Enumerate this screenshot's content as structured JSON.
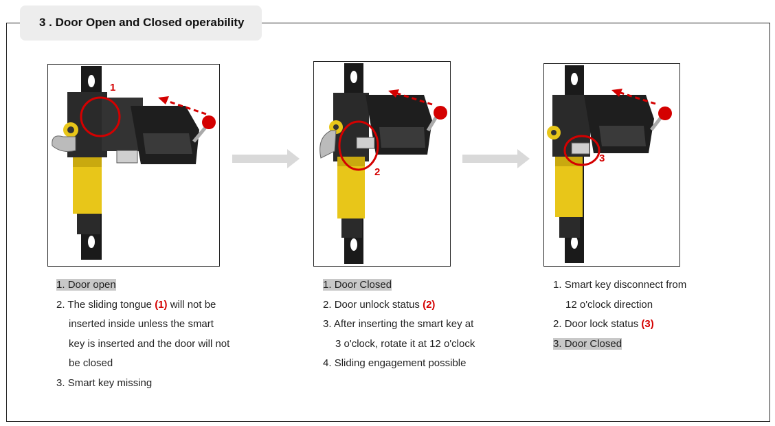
{
  "section": {
    "title": "3 . Door Open and Closed operability"
  },
  "panels": [
    {
      "callout": "1",
      "steps": [
        {
          "num": "1.",
          "text": "Door open"
        },
        {
          "num": "2.",
          "pre": "The sliding tongue ",
          "ref": "(1)",
          "post": " will not be"
        },
        {
          "cont": "inserted inside unless the smart"
        },
        {
          "cont": "key is inserted and the door will not"
        },
        {
          "cont": "be closed"
        },
        {
          "num": "3.",
          "text": "Smart key missing"
        }
      ]
    },
    {
      "callout": "2",
      "steps": [
        {
          "num": "1.",
          "text": "Door Closed"
        },
        {
          "num": "2.",
          "pre": "Door unlock status ",
          "ref": "(2)"
        },
        {
          "num": "3.",
          "text": "After inserting the smart key at"
        },
        {
          "cont": "3 o'clock, rotate it at 12 o'clock"
        },
        {
          "num": "4.",
          "text": "Sliding engagement possible"
        }
      ]
    },
    {
      "callout": "3",
      "steps": [
        {
          "num": "1.",
          "text": "Smart key disconnect from"
        },
        {
          "cont": "12 o'clock direction"
        },
        {
          "num": "2.",
          "pre": "Door lock status ",
          "ref": "(3)"
        },
        {
          "num": "3.",
          "text": "Door Closed"
        }
      ]
    }
  ],
  "colors": {
    "accent_red": "#d40000",
    "body_yellow": "#e8c619",
    "body_black": "#1a1a1a",
    "arrow_gray": "#d9d9d9",
    "highlight": "#c8c8c8"
  }
}
